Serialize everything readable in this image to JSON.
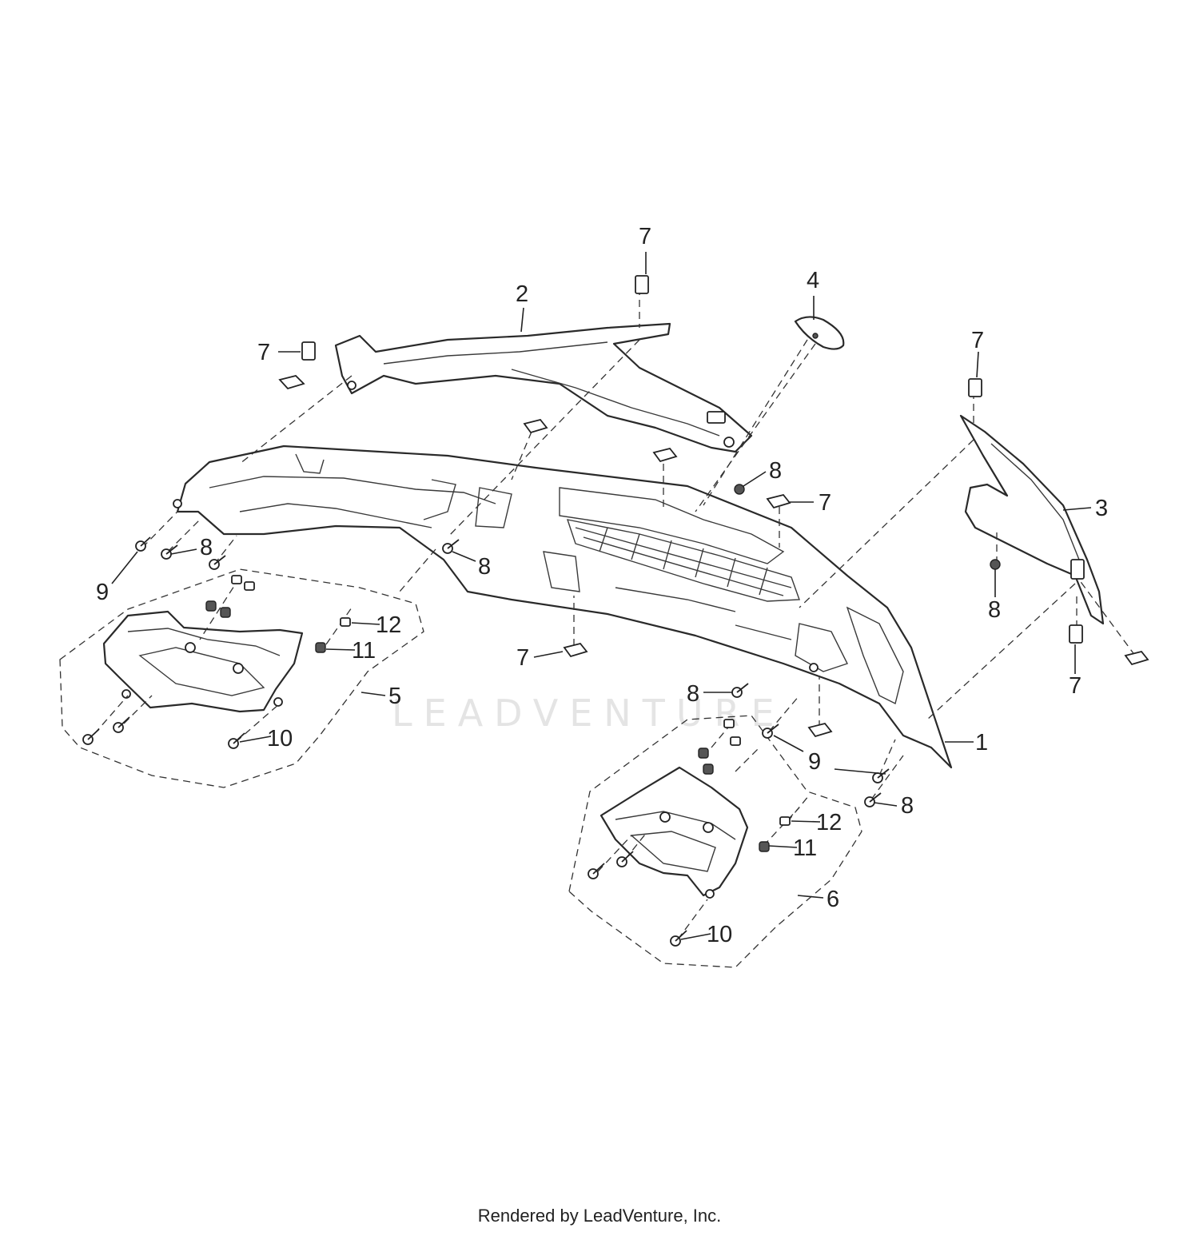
{
  "callouts": {
    "c1": "1",
    "c2": "2",
    "c3": "3",
    "c4": "4",
    "c5": "5",
    "c6": "6",
    "c7": "7",
    "c8": "8",
    "c9": "9",
    "c10": "10",
    "c11": "11",
    "c12": "12"
  },
  "watermark": "LEADVENTURE",
  "footer": "Rendered by LeadVenture, Inc."
}
